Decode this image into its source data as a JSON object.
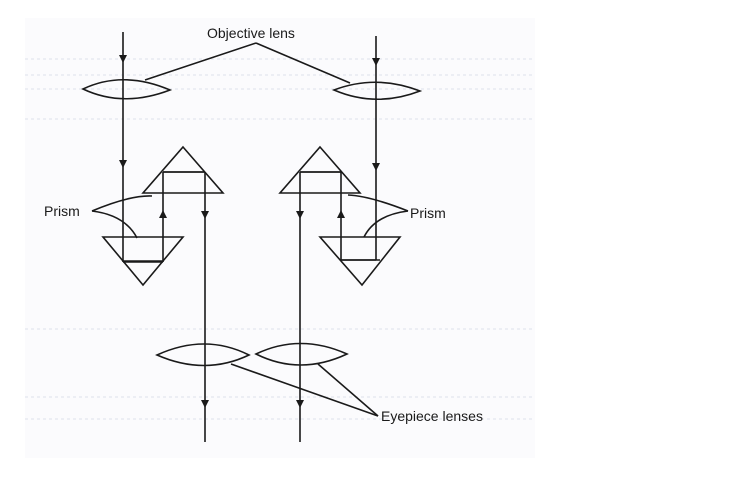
{
  "diagram": {
    "title": "Binocular optical path",
    "labels": {
      "objective": "Objective lens",
      "prism_left": "Prism",
      "prism_right": "Prism",
      "eyepiece": "Eyepiece lenses"
    },
    "components": [
      {
        "name": "objective-lens-left",
        "type": "lens"
      },
      {
        "name": "objective-lens-right",
        "type": "lens"
      },
      {
        "name": "prism-pair-left",
        "type": "porro-prism"
      },
      {
        "name": "prism-pair-right",
        "type": "porro-prism"
      },
      {
        "name": "eyepiece-lens-left",
        "type": "lens"
      },
      {
        "name": "eyepiece-lens-right",
        "type": "lens"
      }
    ],
    "colors": {
      "ink": "#1a1a1a",
      "background": "#ffffff"
    }
  }
}
